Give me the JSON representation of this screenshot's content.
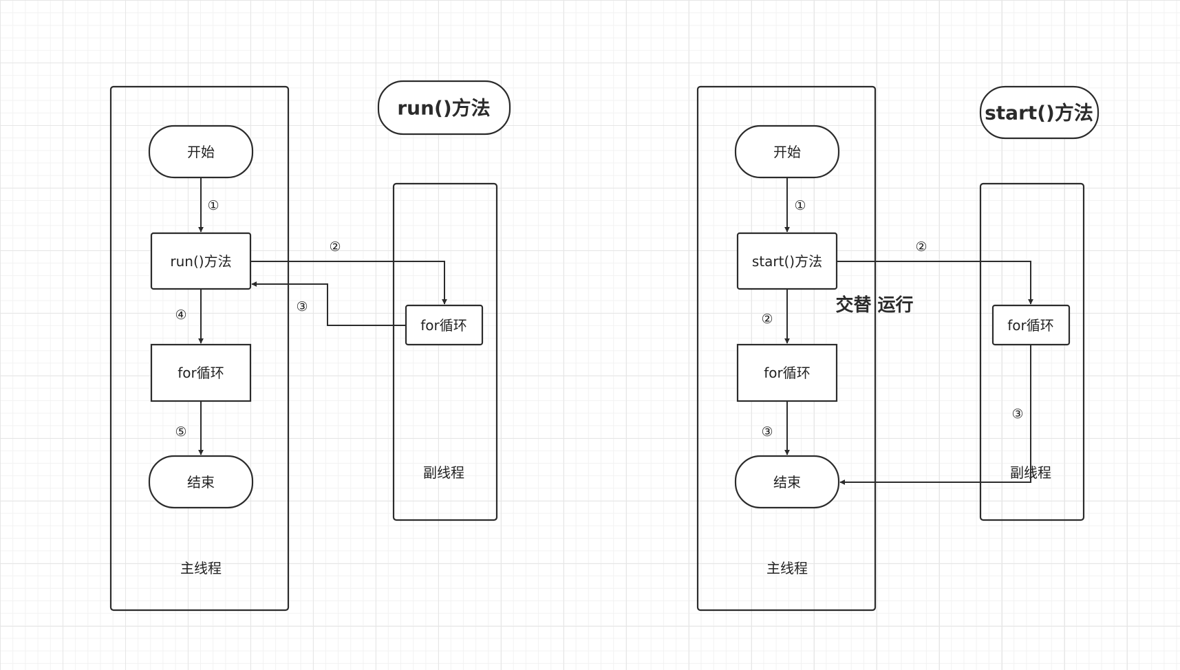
{
  "left": {
    "title": "run()方法",
    "main_lane_label": "主线程",
    "side_lane_label": "副线程",
    "start": "开始",
    "method": "run()方法",
    "main_loop": "for循环",
    "end": "结束",
    "side_loop": "for循环",
    "steps": [
      "①",
      "②",
      "③",
      "④",
      "⑤"
    ]
  },
  "right": {
    "title": "start()方法",
    "main_lane_label": "主线程",
    "side_lane_label": "副线程",
    "start": "开始",
    "method": "start()方法",
    "main_loop": "for循环",
    "end": "结束",
    "side_loop": "for循环",
    "note": "交替 运行",
    "steps": [
      "①",
      "②",
      "②",
      "③",
      "③"
    ]
  }
}
